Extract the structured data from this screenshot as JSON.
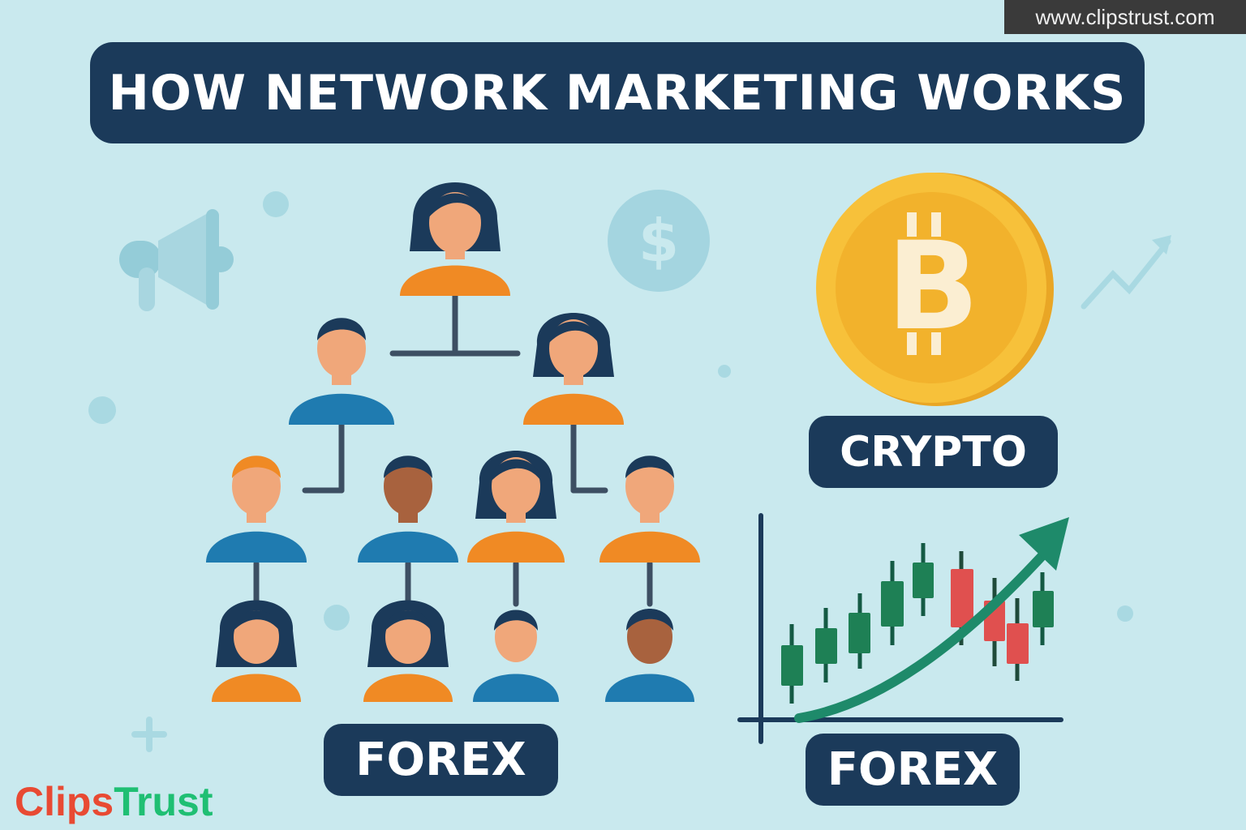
{
  "watermark": {
    "text": "www.clipstrust.com"
  },
  "title": "HOW NETWORK MARKETING WORKS",
  "labels": {
    "crypto": "CRYPTO",
    "forex_left": "FOREX",
    "forex_right": "FOREX"
  },
  "coin": {
    "symbol": "B",
    "color": "#f5b82e"
  },
  "logo": {
    "part1": "Clips",
    "part2": "Trust"
  },
  "colors": {
    "navy": "#1b3a5a",
    "orange": "#f08a24",
    "blue": "#1f7bb0",
    "green": "#1e8a5a",
    "red": "#e0504f",
    "background": "#c9e9ee"
  }
}
